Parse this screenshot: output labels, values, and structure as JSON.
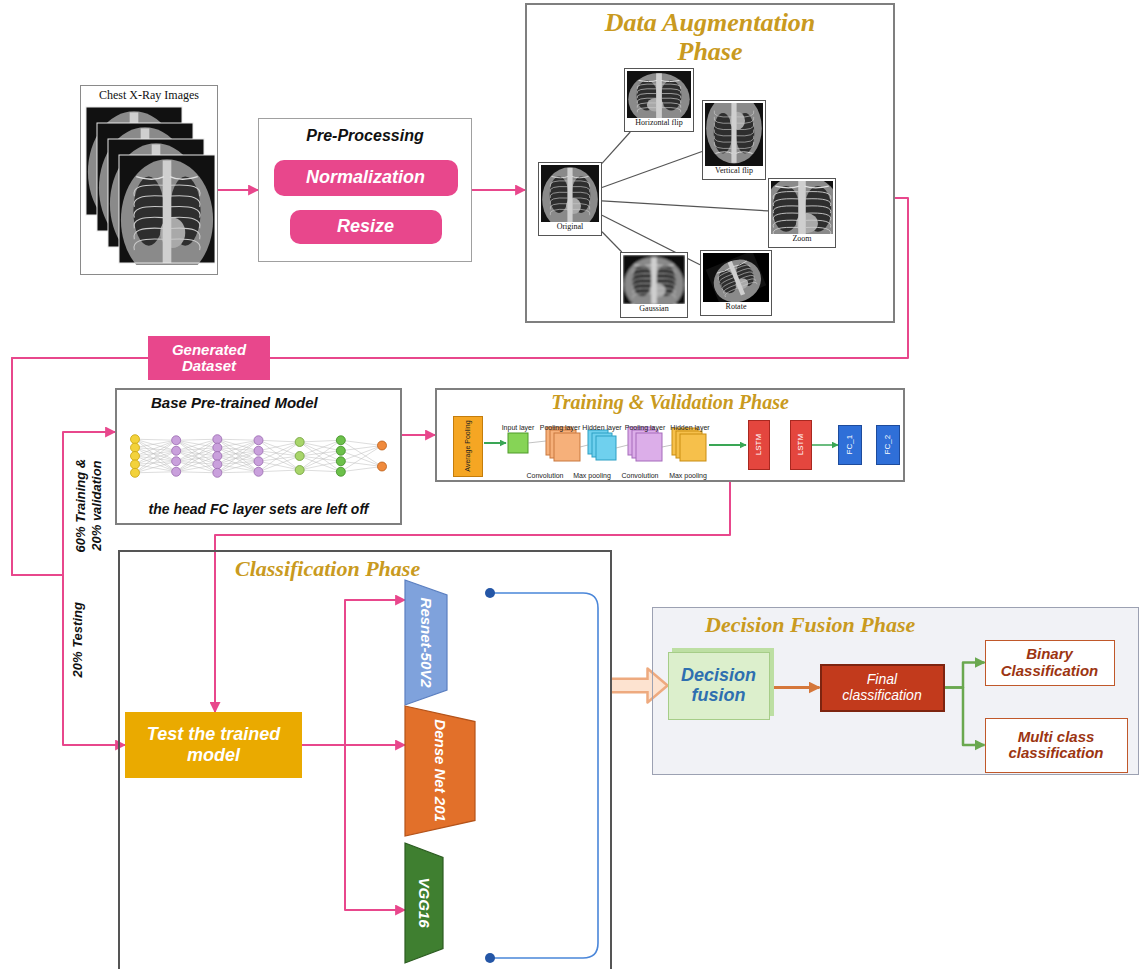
{
  "diagram": {
    "nodes": [
      {
        "text": [
          "Chest X-Ray Images"
        ]
      },
      {
        "text": [
          "Pre-Processing"
        ]
      },
      {
        "text": [
          "Normalization"
        ],
        "in": 1
      },
      {
        "text": [
          "Resize"
        ],
        "in": 1
      },
      {
        "text": [
          "Data Augmentation Phase"
        ]
      },
      {
        "text": [
          "Original"
        ],
        "in": 4
      },
      {
        "text": [
          "Horizontal flip"
        ],
        "in": 4
      },
      {
        "text": [
          "Vertical flip"
        ],
        "in": 4
      },
      {
        "text": [
          "Zoom"
        ],
        "in": 4
      },
      {
        "text": [
          "Rotate"
        ],
        "in": 4
      },
      {
        "text": [
          "Gaussian"
        ],
        "in": 4
      },
      {
        "text": [
          "Generated Dataset"
        ]
      },
      {
        "text": [
          "Base Pre-trained Model",
          "the head FC layer sets are left off"
        ]
      },
      {
        "text": [
          "Training & Validation Phase"
        ]
      },
      {
        "text": [
          "Average Pooling"
        ],
        "in": 13
      },
      {
        "text": [
          "LSTM"
        ],
        "in": 13
      },
      {
        "text": [
          "LSTM"
        ],
        "in": 13
      },
      {
        "text": [
          "FC_1"
        ],
        "in": 13
      },
      {
        "text": [
          "FC_2"
        ],
        "in": 13
      },
      {
        "text": [
          "Classification Phase"
        ]
      },
      {
        "text": [
          "Test the trained model"
        ],
        "in": 19
      },
      {
        "text": [
          "Resnet-50V2"
        ],
        "in": 19
      },
      {
        "text": [
          "Dense Net 201"
        ],
        "in": 19
      },
      {
        "text": [
          "VGG16"
        ],
        "in": 19
      },
      {
        "text": [
          "Decision Fusion Phase"
        ]
      },
      {
        "text": [
          "Decision fusion"
        ],
        "in": 24
      },
      {
        "text": [
          "Final classification"
        ],
        "in": 24
      },
      {
        "text": [
          "Binary Classification"
        ],
        "in": 24
      },
      {
        "text": [
          "Multi class classification"
        ],
        "in": 24
      }
    ],
    "edges": [
      {
        "from": 0,
        "to": 1,
        "arrow": "to"
      },
      {
        "from": 1,
        "to": 4,
        "arrow": "to"
      },
      {
        "from": 4,
        "to": 11,
        "arrow": "none"
      },
      {
        "from": 11,
        "to": 12,
        "label": "60% Training & 20% validation",
        "arrow": "to"
      },
      {
        "from": 11,
        "to": 20,
        "label": "20% Testing",
        "arrow": "to"
      },
      {
        "from": 12,
        "to": 13,
        "arrow": "to"
      },
      {
        "from": 13,
        "to": 20,
        "arrow": "to"
      },
      {
        "from": 20,
        "to": 21,
        "arrow": "to"
      },
      {
        "from": 20,
        "to": 22,
        "arrow": "to"
      },
      {
        "from": 20,
        "to": 23,
        "arrow": "to"
      },
      {
        "from": 19,
        "to": 25,
        "arrow": "to"
      },
      {
        "from": 25,
        "to": 26,
        "arrow": "to"
      },
      {
        "from": 26,
        "to": 27,
        "arrow": "to"
      },
      {
        "from": 26,
        "to": 28,
        "arrow": "to"
      },
      {
        "from": 5,
        "to": 6,
        "arrow": "none"
      },
      {
        "from": 5,
        "to": 7,
        "arrow": "none"
      },
      {
        "from": 5,
        "to": 8,
        "arrow": "none"
      },
      {
        "from": 5,
        "to": 9,
        "arrow": "none"
      },
      {
        "from": 5,
        "to": 10,
        "arrow": "none"
      },
      {
        "from": 16,
        "to": 17,
        "arrow": "to"
      }
    ],
    "labels": [
      "Input layer",
      "Pooling layer",
      "Hidden layer",
      "Pooling layer",
      "Hidden layer",
      "Convolution",
      "Max pooling",
      "Convolution",
      "Max pooling"
    ]
  }
}
